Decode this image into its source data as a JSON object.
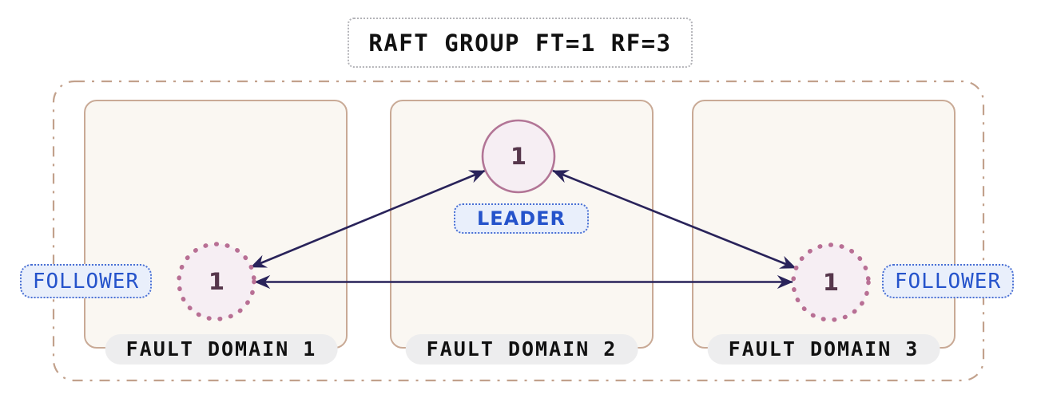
{
  "diagram": {
    "title": "RAFT GROUP FT=1 RF=3",
    "leader": {
      "id": "1",
      "label": "LEADER"
    },
    "followers": [
      {
        "id": "1",
        "label": "FOLLOWER"
      },
      {
        "id": "1",
        "label": "FOLLOWER"
      }
    ],
    "fault_domains": [
      {
        "label": "FAULT DOMAIN 1"
      },
      {
        "label": "FAULT DOMAIN 2"
      },
      {
        "label": "FAULT DOMAIN 3"
      }
    ],
    "colors": {
      "arrow": "#29235a",
      "node_border": "#b27596",
      "follower_border": "#b86f94",
      "node_fill": "#f6eef3",
      "node_text": "#56364b",
      "role_label_text": "#2553cb",
      "role_label_bg": "#e9effb",
      "role_label_border": "#4a70d4",
      "domain_border": "#c9aa96",
      "domain_fill": "#faf7f2",
      "domain_label_bg": "#ededee",
      "container_border": "#c2a18c",
      "title_border": "#b3b3b8"
    }
  }
}
